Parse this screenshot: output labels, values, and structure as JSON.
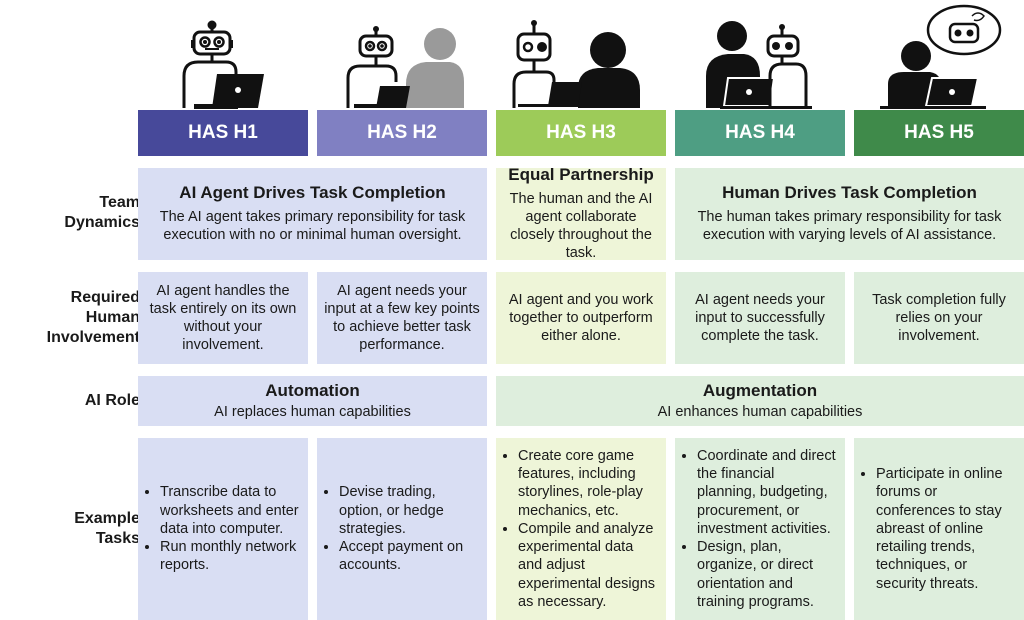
{
  "colors": {
    "h1": "#47499a",
    "h2": "#8080c2",
    "h3": "#9dcb59",
    "h4": "#4e9e83",
    "h5": "#3f8a4a",
    "cell_blue": "#d9def3",
    "cell_light_green": "#eef5d8",
    "cell_mid_green": "#deeedd"
  },
  "headers": [
    "HAS H1",
    "HAS H2",
    "HAS H3",
    "HAS H4",
    "HAS H5"
  ],
  "icons": [
    "robot-with-laptop-icon",
    "robot-and-human-icon",
    "robot-and-human-pair-icon",
    "human-and-robot-icon",
    "human-thinking-of-robot-icon"
  ],
  "row_labels": {
    "team_dynamics": [
      "Team",
      "Dynamics"
    ],
    "required_involvement": [
      "Required",
      "Human",
      "Involvement"
    ],
    "ai_role": [
      "AI Role"
    ],
    "example_tasks": [
      "Example",
      "Tasks"
    ]
  },
  "team_dynamics": {
    "ai_drives": {
      "title": "AI Agent Drives Task Completion",
      "text": "The AI agent takes primary reponsibility for task execution with no or minimal human oversight."
    },
    "equal": {
      "title": "Equal Partnership",
      "text": "The human and the AI agent collaborate closely throughout the task."
    },
    "human_drives": {
      "title": "Human Drives Task Completion",
      "text": "The human takes primary responsibility for task execution with varying levels of AI assistance."
    }
  },
  "involvement": [
    "AI agent handles the task entirely on its own without your involvement.",
    "AI agent needs your input at a few key points to achieve better task performance.",
    "AI agent and you work together to outperform either alone.",
    "AI agent needs your input to successfully complete the task.",
    "Task completion fully relies on your involvement."
  ],
  "ai_role": {
    "automation": {
      "title": "Automation",
      "text": "AI replaces human capabilities"
    },
    "augmentation": {
      "title": "Augmentation",
      "text": "AI enhances human capabilities"
    }
  },
  "example_tasks": [
    [
      "Transcribe data to worksheets and enter data into computer.",
      "Run monthly network reports."
    ],
    [
      "Devise trading, option, or hedge strategies.",
      "Accept payment on accounts."
    ],
    [
      "Create core game features, including storylines, role-play mechanics, etc.",
      "Compile and analyze experimental data and adjust experimental designs as necessary."
    ],
    [
      "Coordinate and direct the financial planning, budgeting, procurement, or investment activities.",
      "Design, plan, organize, or direct orientation and training programs."
    ],
    [
      "Participate in online forums or conferences to stay abreast of online retailing trends, techniques, or security threats."
    ]
  ]
}
